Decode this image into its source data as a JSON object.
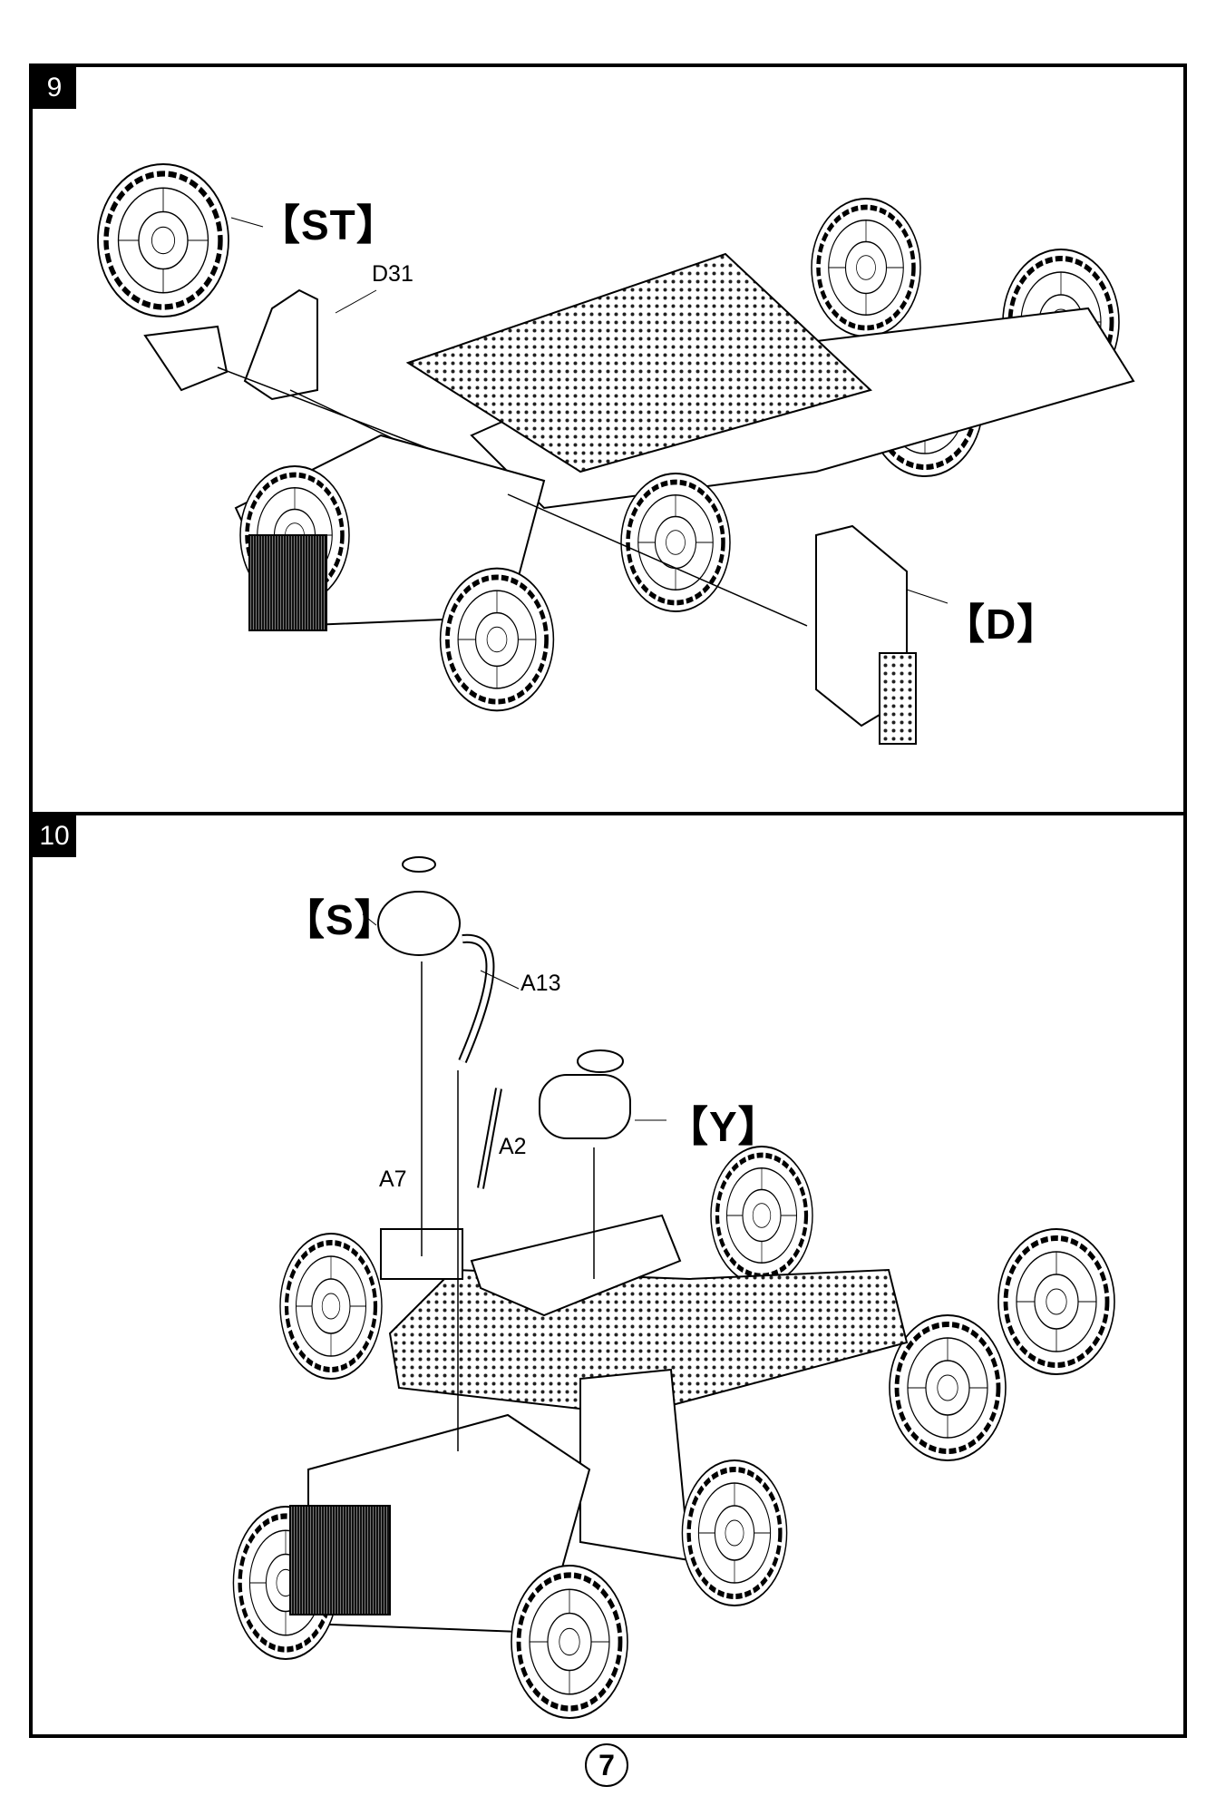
{
  "steps": [
    {
      "number": "9",
      "labels": {
        "spare_tire": "【ST】",
        "part_d31": "D31",
        "part_d": "【D】"
      }
    },
    {
      "number": "10",
      "labels": {
        "part_s": "【S】",
        "part_a13": "A13",
        "part_y": "【Y】",
        "part_a2": "A2",
        "part_a7": "A7"
      }
    }
  ],
  "page_number": "7"
}
